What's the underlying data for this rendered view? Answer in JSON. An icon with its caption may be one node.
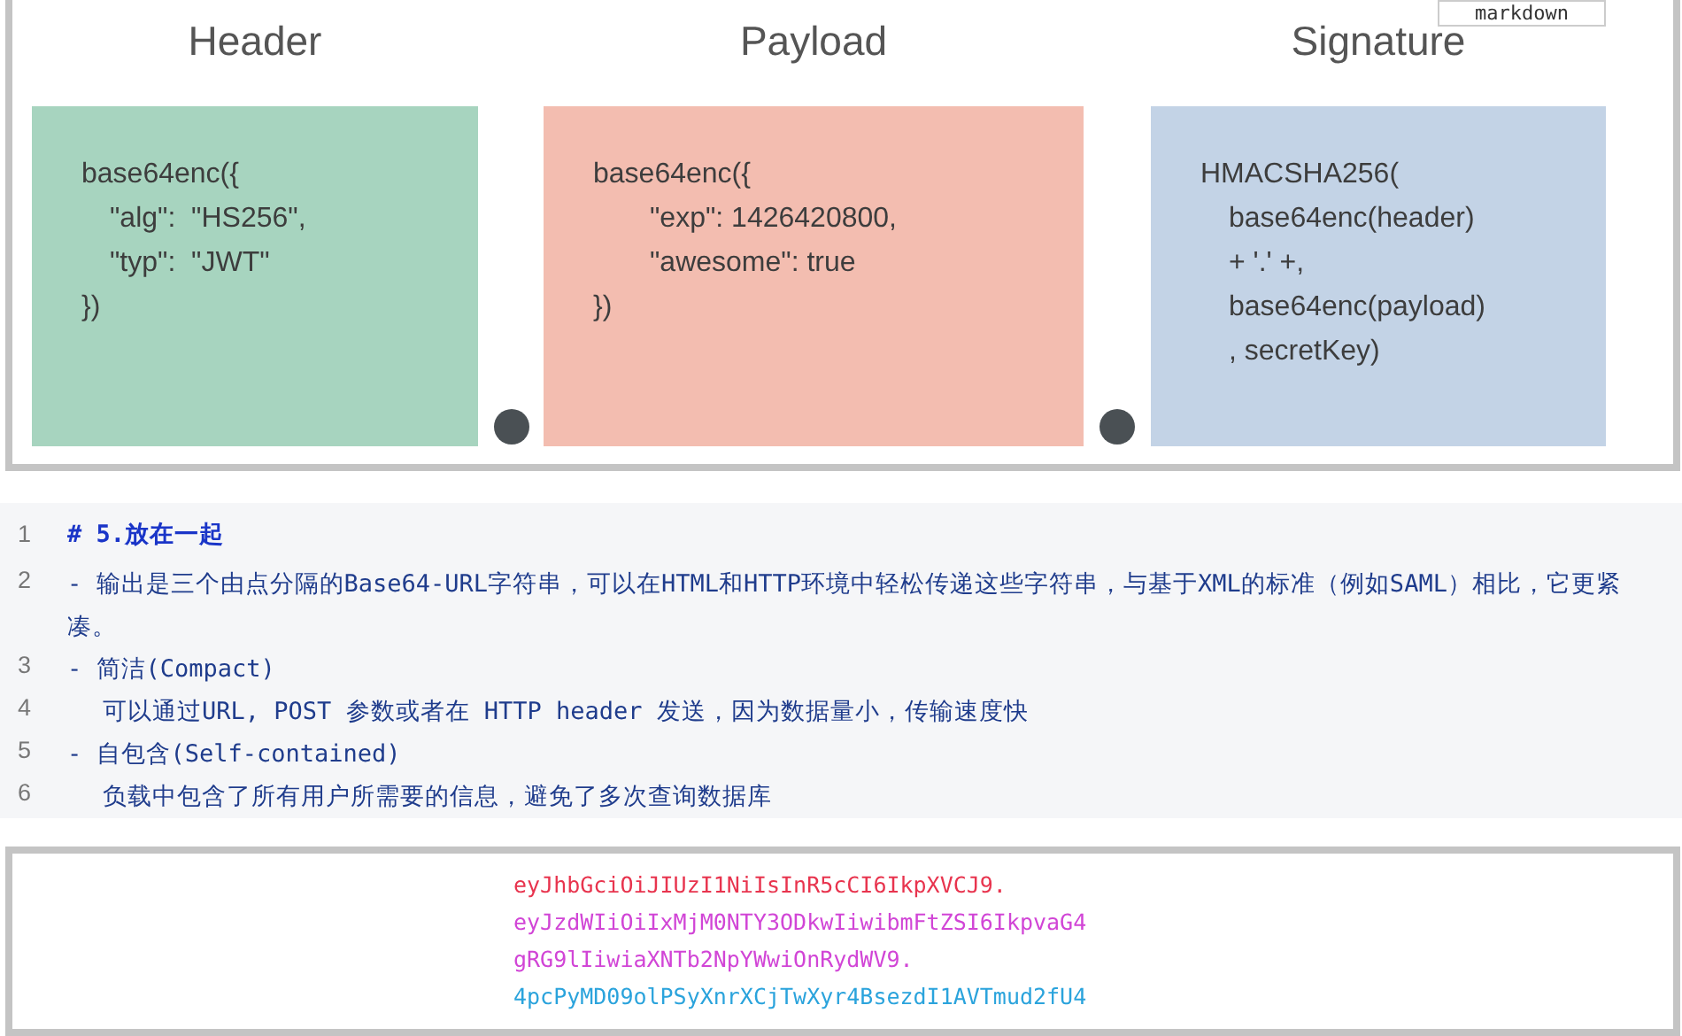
{
  "diagram": {
    "nodes": [
      {
        "text": [
          "Header",
          "base64enc({",
          "\"alg\":  \"HS256\",",
          "\"typ\":  \"JWT\"",
          "})"
        ]
      },
      {
        "text": [],
        "shape": "circle"
      },
      {
        "text": [
          "Payload",
          "base64enc({",
          "\"exp\": 1426420800,",
          "\"awesome\": true",
          "})"
        ]
      },
      {
        "text": [],
        "shape": "circle"
      },
      {
        "text": [
          "Signature",
          "HMACSHA256(",
          "base64enc(header)",
          "+ '.' +,",
          "base64enc(payload)",
          ", secretKey)"
        ]
      }
    ],
    "edges": [],
    "labels": [
      "markdown",
      "1",
      "# 5.放在一起",
      "2",
      "- 输出是三个由点分隔的Base64-URL字符串，可以在HTML和HTTP环境中轻松传递这些字符串，与基于XML的标准（例如SAML）相比，它更紧凑。",
      "3",
      "- 简洁(Compact)",
      "4",
      "可以通过URL, POST 参数或者在 HTTP header 发送，因为数据量小，传输速度快",
      "5",
      "- 自包含(Self-contained)",
      "6",
      "负载中包含了所有用户所需要的信息，避免了多次查询数据库",
      "eyJhbGciOiJIUzI1NiIsInR5cCI6IkpXVCJ9.",
      "eyJzdWIiOiIxMjM0NTY3ODkwIiwibmFtZSI6IkpvaG4",
      "gRG9lIiwiaXNTb2NpYWwiOnRydWV9.",
      "4pcPyMD09olPSyXnrXCjTwXyr4BsezdI1AVTmud2fU4"
    ]
  }
}
